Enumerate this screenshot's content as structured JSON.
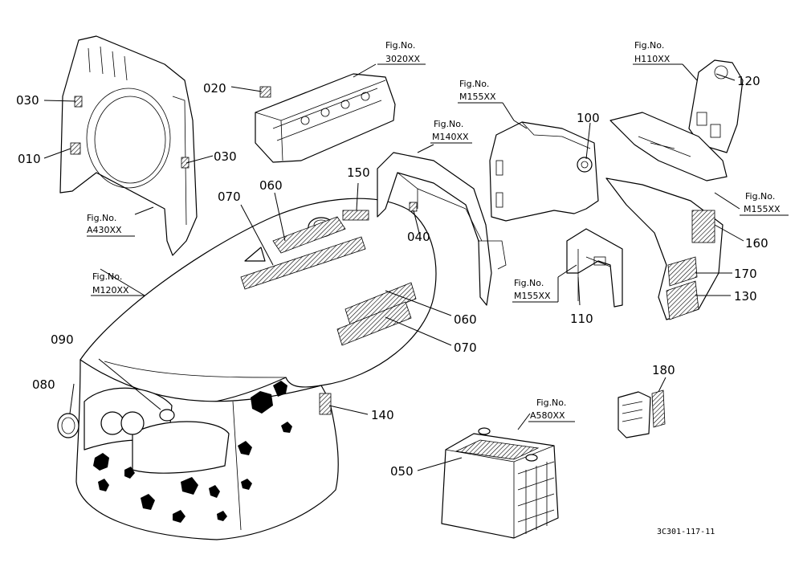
{
  "callouts": {
    "p010": "010",
    "p020": "020",
    "p030a": "030",
    "p030b": "030",
    "p040": "040",
    "p050": "050",
    "p060a": "060",
    "p060b": "060",
    "p070a": "070",
    "p070b": "070",
    "p080": "080",
    "p090": "090",
    "p100": "100",
    "p110": "110",
    "p120": "120",
    "p130": "130",
    "p140": "140",
    "p150": "150",
    "p160": "160",
    "p170": "170",
    "p180": "180"
  },
  "fig_refs": {
    "label": "Fig.No.",
    "a430": "A430XX",
    "x3020": "3020XX",
    "m120": "M120XX",
    "m140": "M140XX",
    "m155_top": "M155XX",
    "m155_right": "M155XX",
    "m155_mid": "M155XX",
    "h110": "H110XX",
    "a580": "A580XX"
  },
  "drawing_code": "3C301-117-11"
}
